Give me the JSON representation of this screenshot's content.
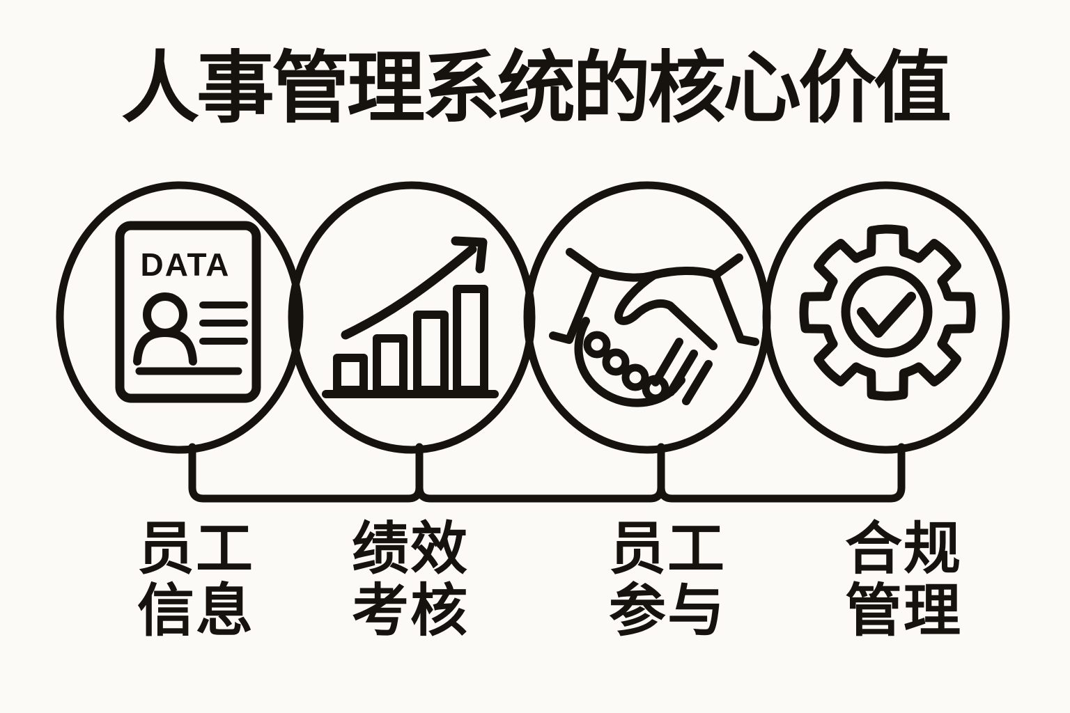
{
  "title": "人事管理系统的核心价值",
  "sections": [
    {
      "icon": "data-document-icon",
      "label_line1": "员工",
      "label_line2": "信息"
    },
    {
      "icon": "rising-bar-chart-icon",
      "label_line1": "绩效",
      "label_line2": "考核"
    },
    {
      "icon": "handshake-icon",
      "label_line1": "员工",
      "label_line2": "参与"
    },
    {
      "icon": "gear-checkmark-icon",
      "label_line1": "合规",
      "label_line2": "管理"
    }
  ],
  "icons": {
    "document": {
      "name": "data-document-icon",
      "text": "DATA"
    },
    "chart": {
      "name": "rising-bar-chart-icon"
    },
    "handshake": {
      "name": "handshake-icon"
    },
    "gear": {
      "name": "gear-checkmark-icon"
    }
  },
  "colors": {
    "background": "#fbfaf6",
    "ink": "#16130f"
  }
}
